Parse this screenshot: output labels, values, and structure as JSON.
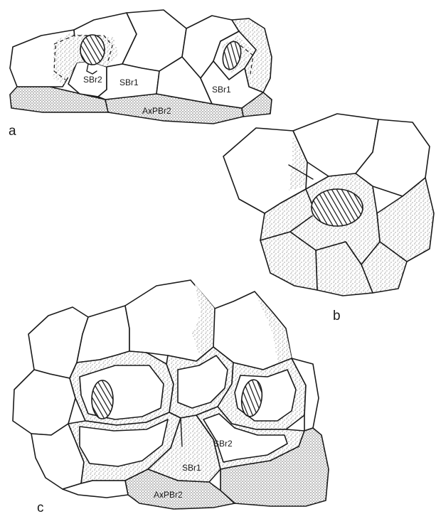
{
  "figure": {
    "panels": [
      {
        "id": "a",
        "label": "a",
        "plate_labels": [
          "SBr2",
          "SBr1",
          "SBr1",
          "AxPBr2"
        ]
      },
      {
        "id": "b",
        "label": "b",
        "plate_labels": []
      },
      {
        "id": "c",
        "label": "c",
        "plate_labels": [
          "SBr2",
          "SBr1",
          "AxPBr2"
        ]
      }
    ]
  }
}
